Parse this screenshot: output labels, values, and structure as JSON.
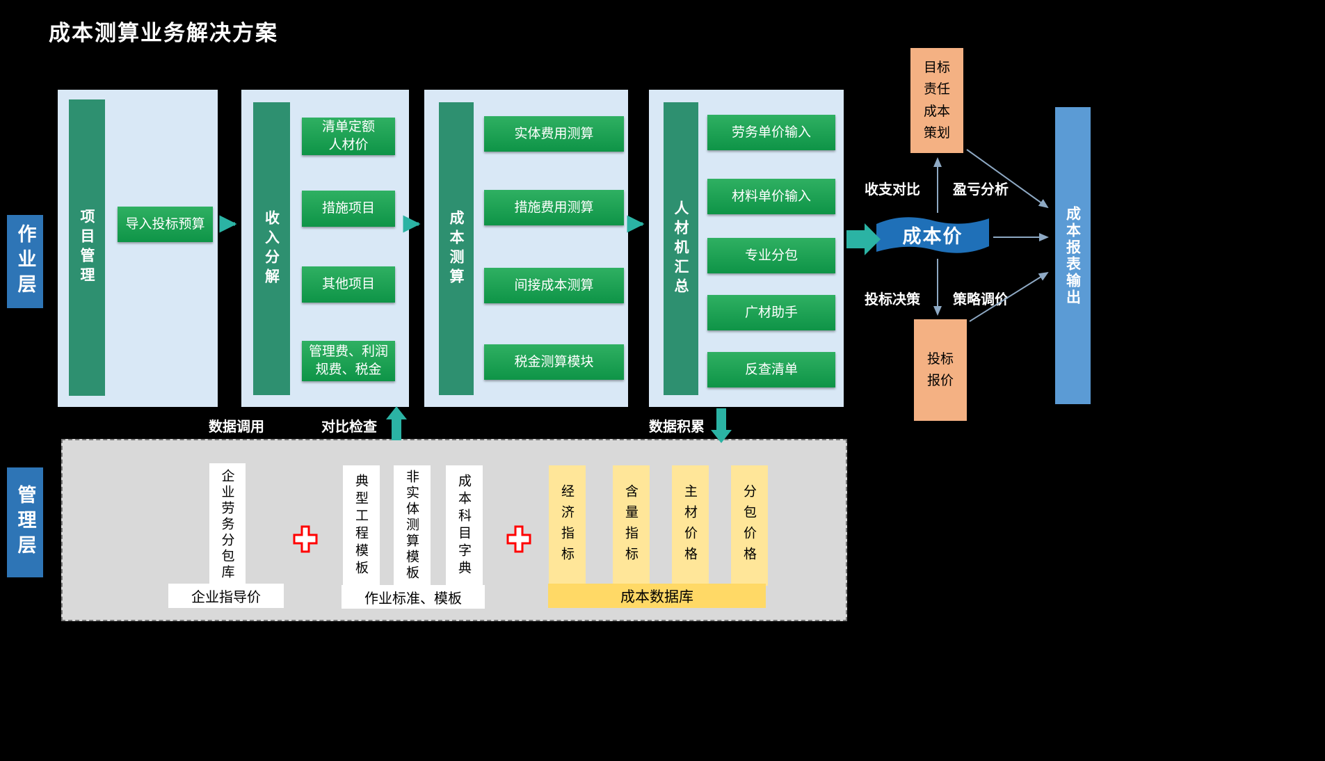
{
  "title": "成本测算业务解决方案",
  "layers": {
    "operations": "作业层",
    "management": "管理层"
  },
  "panels": [
    {
      "bar": "项目管理",
      "boxes": [
        "导入投标预算"
      ]
    },
    {
      "bar": "收入分解",
      "boxes": [
        "清单定额\n人材价",
        "措施项目",
        "其他项目",
        "管理费、利润\n规费、税金"
      ]
    },
    {
      "bar": "成本测算",
      "boxes": [
        "实体费用测算",
        "措施费用测算",
        "间接成本测算",
        "税金测算模块"
      ]
    },
    {
      "bar": "人材机汇总",
      "boxes": [
        "劳务单价输入",
        "材料单价输入",
        "专业分包",
        "广材助手",
        "反查清单"
      ]
    }
  ],
  "cost_price_label": "成本价",
  "flow_labels": {
    "income_expense_compare": "收支对比",
    "profit_loss_analysis": "盈亏分析",
    "bid_decision": "投标决策",
    "strategy_pricing": "策略调价"
  },
  "target_cost_box": "目标\n责任\n成本\n策划",
  "bid_quote_box": "投标\n报价",
  "report_output": "成本报表输出",
  "bridge_labels": {
    "data_call": "数据调用",
    "compare_check": "对比检查",
    "data_accumulate": "数据积累"
  },
  "management_layer": {
    "labor_subcontract_db": "企业劳务分包库",
    "enterprise_guide_price": "企业指导价",
    "templates": [
      "典型工程模板",
      "非实体测算模板",
      "成本科目字典"
    ],
    "work_standard_label": "作业标准、模板",
    "indicators": [
      "经济指标",
      "含量指标",
      "主材价格",
      "分包价格"
    ],
    "cost_database_label": "成本数据库"
  },
  "colors": {
    "background": "#000000",
    "panel_blue": "#d9e8f6",
    "bar_green": "#2e9070",
    "box_green": "#14a04d",
    "layer_blue": "#2e75b6",
    "arrow_teal": "#2bb3a4",
    "orange": "#f4b183",
    "report_blue": "#5b9bd5",
    "cost_price_blue": "#1f70b8",
    "yellow_column": "#ffe699",
    "yellow_label": "#ffd966",
    "plus_red": "#ff0000",
    "gray_panel": "#d9d9d9"
  }
}
